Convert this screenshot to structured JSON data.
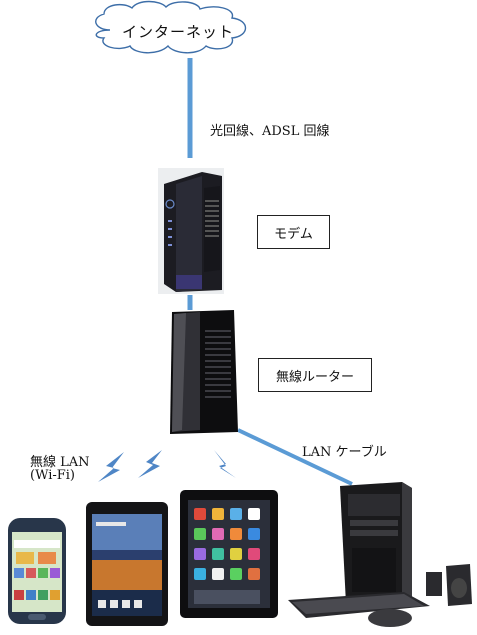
{
  "cloud": {
    "label": "インターネット"
  },
  "line_label": "光回線、ADSL 回線",
  "modem": {
    "label": "モデム"
  },
  "router": {
    "label": "無線ルーター"
  },
  "wifi": {
    "label_line1": "無線 LAN",
    "label_line2": "(Wi-Fi)"
  },
  "cable_label": "LAN ケーブル",
  "colors": {
    "line": "#5b9bd5",
    "lightning": "#4f86c6",
    "cloud_stroke": "#3d6ea8"
  }
}
